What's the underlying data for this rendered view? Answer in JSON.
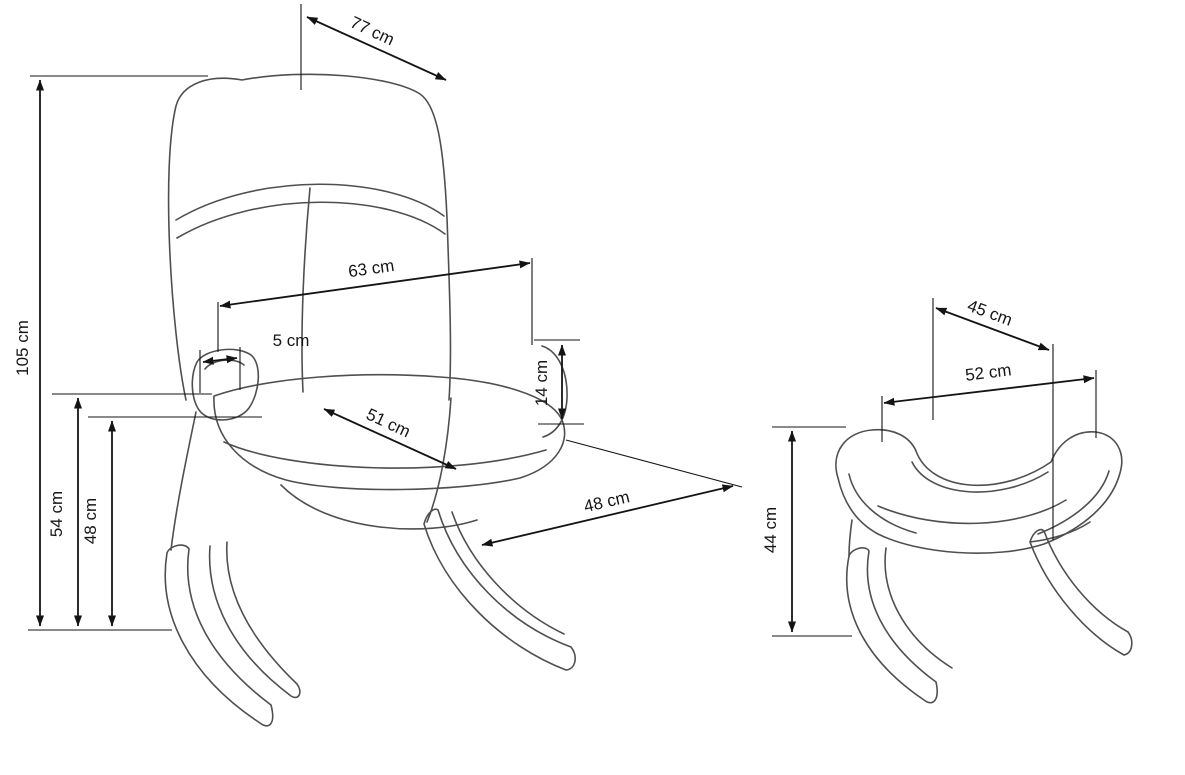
{
  "diagram": {
    "type": "furniture-dimension-drawing",
    "items": [
      "armchair",
      "footstool"
    ],
    "unit": "cm"
  },
  "colors": {
    "background": "#ffffff",
    "drawing_line": "#4f4f4f",
    "dimension_line": "#141414",
    "label_text": "#161616"
  },
  "armchair": {
    "labels": {
      "top_depth": "77 cm",
      "total_height": "105 cm",
      "armrest_height": "54 cm",
      "seat_height": "48 cm",
      "back_width": "63 cm",
      "armrest_thickness": "5 cm",
      "seat_depth": "51 cm",
      "cushion_thickness": "14 cm",
      "seat_width": "48 cm"
    }
  },
  "footstool": {
    "labels": {
      "depth": "45 cm",
      "width": "52 cm",
      "height": "44 cm"
    }
  }
}
